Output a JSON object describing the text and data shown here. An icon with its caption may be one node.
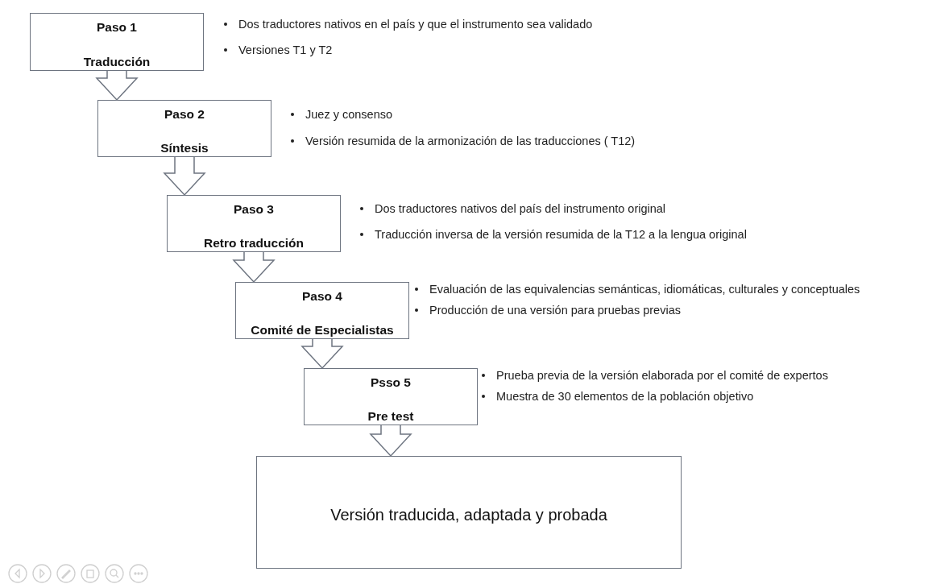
{
  "diagram": {
    "nodes": [
      {
        "text": [
          "Paso 1",
          "Traducción"
        ],
        "beside": [
          "Dos traductores nativos en el país y que el instrumento sea validado",
          "Versiones T1 y T2"
        ]
      },
      {
        "text": [
          "Paso 2",
          "Síntesis"
        ],
        "beside": [
          "Juez y consenso",
          "Versión resumida de la armonización de las traducciones ( T12)"
        ]
      },
      {
        "text": [
          "Paso 3",
          "Retro traducción"
        ],
        "beside": [
          "Dos traductores nativos del país del instrumento original",
          "Traducción inversa de la versión resumida de la T12 a la lengua original"
        ]
      },
      {
        "text": [
          "Paso 4",
          "Comité de Especialistas"
        ],
        "beside": [
          "Evaluación de las equivalencias semánticas, idiomáticas, culturales y conceptuales",
          "Producción de una versión para pruebas previas"
        ]
      },
      {
        "text": [
          "Psso 5",
          "Pre test"
        ],
        "beside": [
          "Prueba previa de la versión elaborada por el comité de expertos",
          "Muestra de 30 elementos de la población objetivo"
        ]
      },
      {
        "text": [
          "Versión traducida, adaptada y probada"
        ]
      }
    ],
    "edges": [
      {
        "from": 0,
        "to": 1,
        "arrow": "to"
      },
      {
        "from": 1,
        "to": 2,
        "arrow": "to"
      },
      {
        "from": 2,
        "to": 3,
        "arrow": "to"
      },
      {
        "from": 3,
        "to": 4,
        "arrow": "to"
      },
      {
        "from": 4,
        "to": 5,
        "arrow": "to"
      }
    ]
  }
}
